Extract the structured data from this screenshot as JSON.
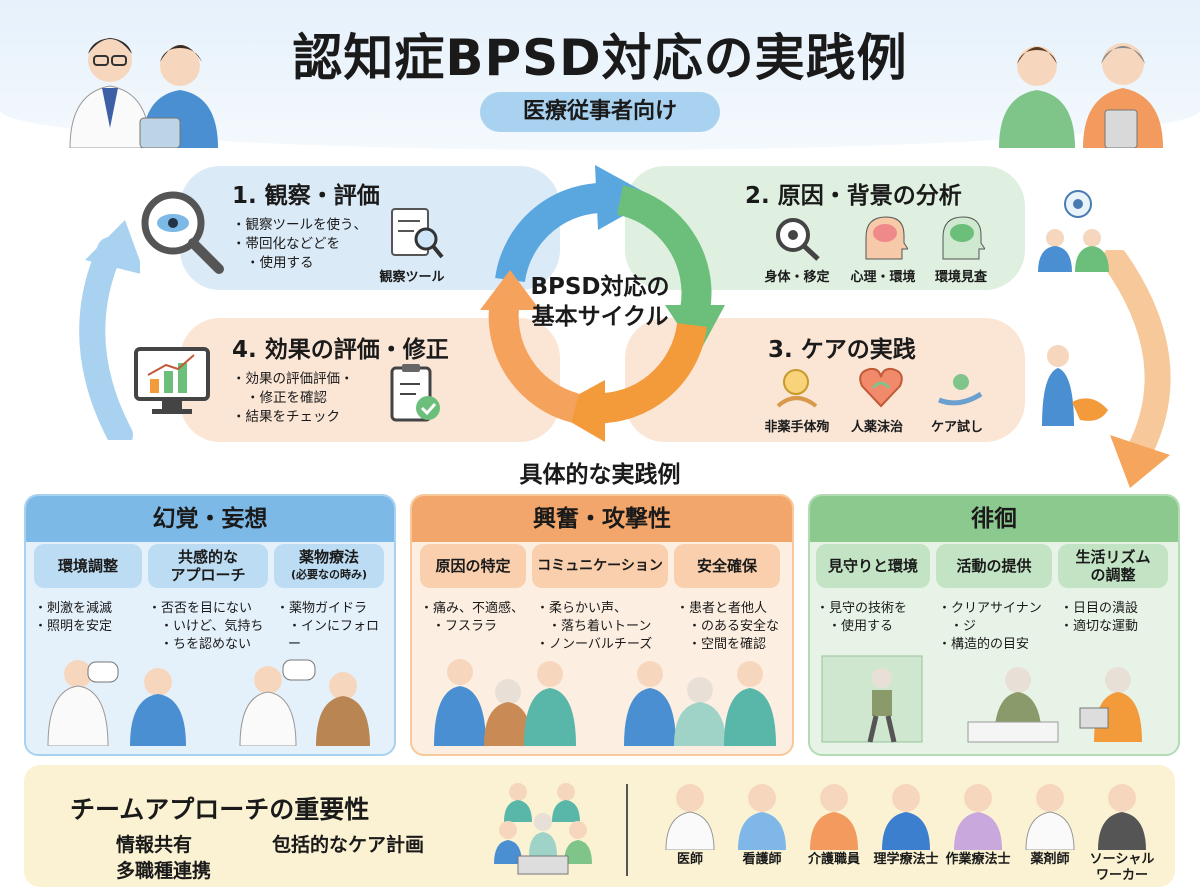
{
  "header": {
    "title": "認知症BPSD対応の実践例",
    "subtitle": "医療従事者向け"
  },
  "cycle": {
    "center_line1": "BPSD対応の",
    "center_line2": "基本サイクル",
    "steps": [
      {
        "title": "1. 観察・評価",
        "bullets": [
          "観察ツールを使う、",
          "帯回化などどを",
          "使用する"
        ],
        "captions": [
          "観察ツール"
        ]
      },
      {
        "title": "2. 原因・背景の分析",
        "bullets": [],
        "captions": [
          "身体・移定",
          "心理・環境",
          "環境見査"
        ]
      },
      {
        "title": "3. ケアの実践",
        "bullets": [],
        "captions": [
          "非薬手体殉",
          "人薬沫治",
          "ケア試し"
        ]
      },
      {
        "title": "4. 効果の評価・修正",
        "bullets": [
          "効果の評価評価・",
          "修正を確認",
          "結果をチェック"
        ],
        "captions": []
      }
    ]
  },
  "section_heading": "具体的な実践例",
  "cases": [
    {
      "title": "幻覚・妄想",
      "color": "#7db9e6",
      "subs": [
        {
          "label": "環境調整",
          "note": "",
          "bullets": [
            "刺激を減滅",
            "照明を安定"
          ]
        },
        {
          "label": "共感的な\nアプローチ",
          "note": "",
          "bullets": [
            "否否を目にない",
            "いけど、気持ち",
            "ちを認めない"
          ]
        },
        {
          "label": "薬物療法",
          "note": "(必要なの時み)",
          "bullets": [
            "薬物ガイドラ",
            "インにフォロー"
          ]
        }
      ]
    },
    {
      "title": "興奮・攻撃性",
      "color": "#f2a66b",
      "subs": [
        {
          "label": "原因の特定",
          "note": "",
          "bullets": [
            "痛み、不適感、",
            "フスララ"
          ]
        },
        {
          "label": "コミュニケーション",
          "note": "",
          "bullets": [
            "柔らかい声、",
            "落ち着いトーン",
            "ノンーバルチーズ"
          ]
        },
        {
          "label": "安全確保",
          "note": "",
          "bullets": [
            "患者と者他人",
            "のある安全な",
            "空間を確認"
          ]
        }
      ]
    },
    {
      "title": "徘徊",
      "color": "#8cc98f",
      "subs": [
        {
          "label": "見守りと環境",
          "note": "",
          "bullets": [
            "見守の技術を",
            "使用する"
          ]
        },
        {
          "label": "活動の提供",
          "note": "",
          "bullets": [
            "クリアサイナン",
            "ジ",
            "構造的の目安"
          ]
        },
        {
          "label": "生活リズム\nの調整",
          "note": "",
          "bullets": [
            "日目の潰設",
            "適切な運動"
          ]
        }
      ]
    }
  ],
  "team": {
    "title": "チームアプローチの重要性",
    "keywords": [
      "情報共有",
      "多職種連携",
      "包括的なケア計画"
    ],
    "roles": [
      "医師",
      "看護師",
      "介護職員",
      "理学療法士",
      "作業療法士",
      "薬剤師",
      "ソーシャル\nワーカー"
    ]
  }
}
